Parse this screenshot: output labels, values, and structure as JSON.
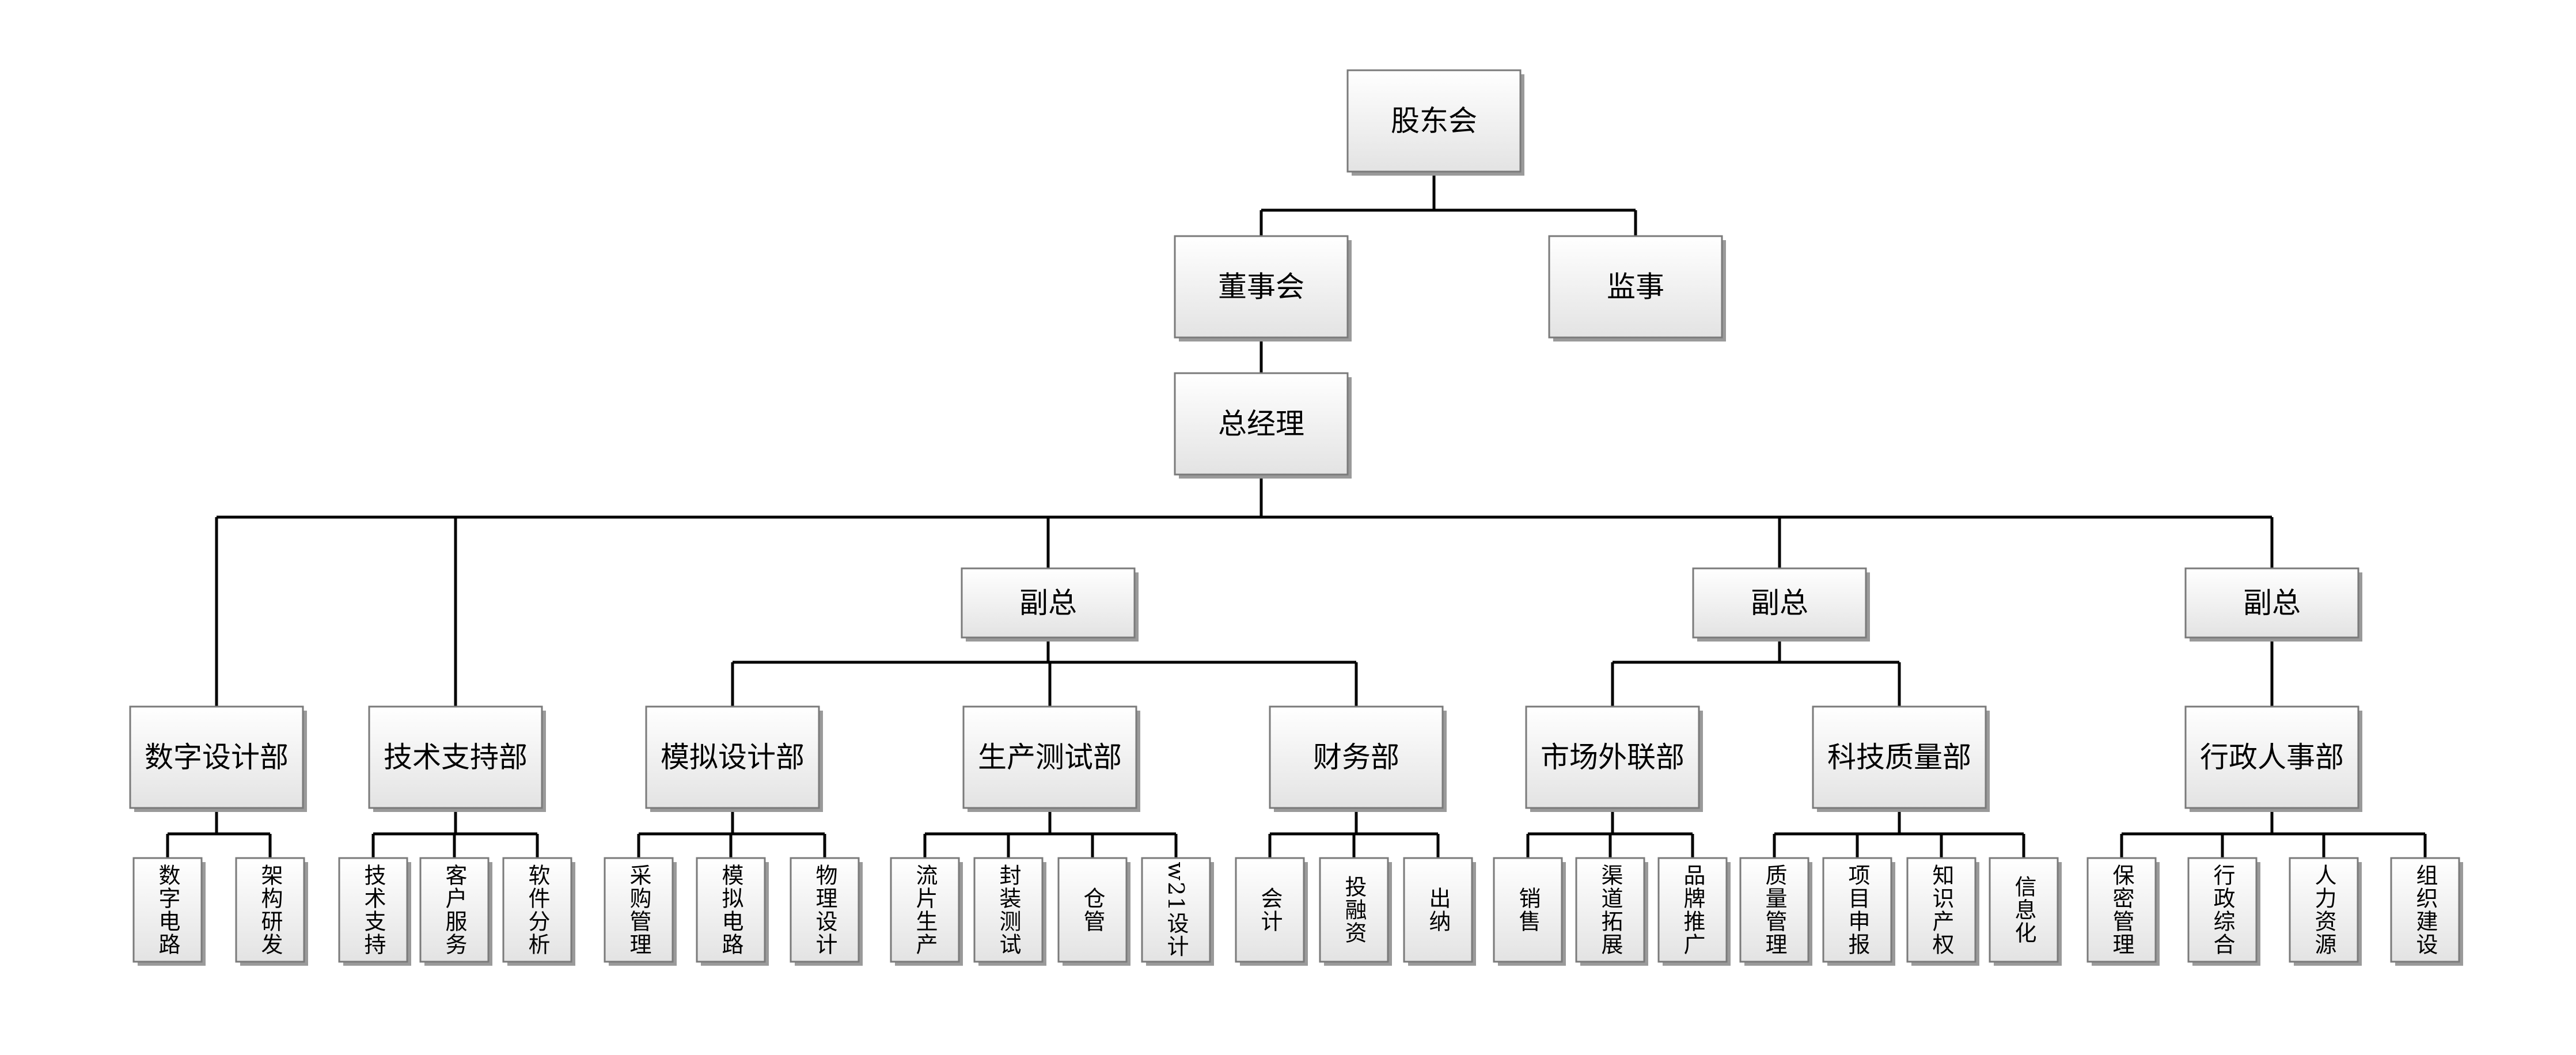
{
  "colors": {
    "box_top": "#ffffff",
    "box_bottom": "#e3e3e3",
    "border": "#7a7a7a",
    "line": "#000000"
  },
  "nodes": {
    "shareholders": "股东会",
    "board": "董事会",
    "supervisor": "监事",
    "gm": "总经理",
    "vp1": "副总",
    "vp2": "副总",
    "vp3": "副总",
    "digital": "数字设计部",
    "techsupport": "技术支持部",
    "analog": "模拟设计部",
    "production": "生产测试部",
    "finance": "财务部",
    "market": "市场外联部",
    "quality": "科技质量部",
    "admin": "行政人事部",
    "d1": "数字电路",
    "d2": "架构研发",
    "t1": "技术支持",
    "t2": "客户服务",
    "t3": "软件分析",
    "a1": "采购管理",
    "a2": "模拟电路",
    "a3": "物理设计",
    "p1": "流片生产",
    "p2": "封装测试",
    "p3": "仓管",
    "p4": "w21设计",
    "f1": "会计",
    "f2": "投融资",
    "f3": "出纳",
    "m1": "销售",
    "m2": "渠道拓展",
    "m3": "品牌推广",
    "q1": "质量管理",
    "q2": "项目申报",
    "q3": "知识产权",
    "q4": "信息化",
    "h1": "保密管理",
    "h2": "行政综合",
    "h3": "人力资源",
    "h4": "组织建设"
  }
}
